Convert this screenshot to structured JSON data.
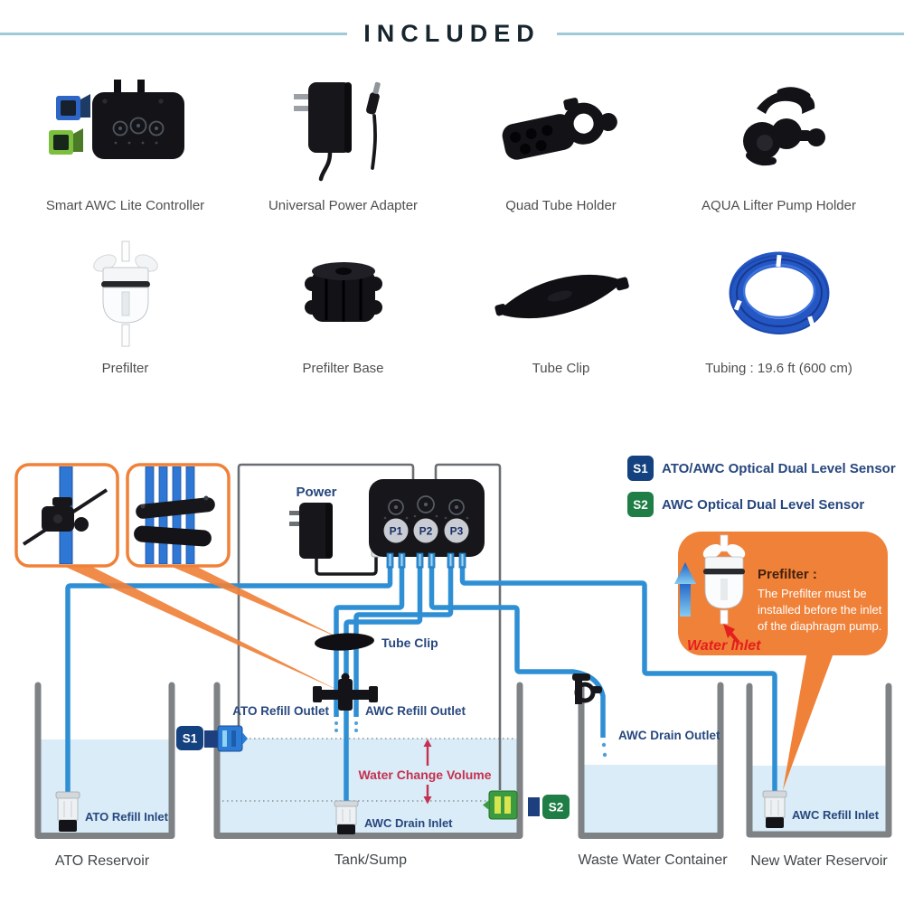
{
  "header": {
    "title": "INCLUDED"
  },
  "products": [
    {
      "name": "Smart AWC Lite Controller"
    },
    {
      "name": "Universal Power Adapter"
    },
    {
      "name": "Quad Tube Holder"
    },
    {
      "name": "AQUA Lifter Pump Holder"
    },
    {
      "name": "Prefilter"
    },
    {
      "name": "Prefilter Base"
    },
    {
      "name": "Tube Clip"
    },
    {
      "name": "Tubing : 19.6 ft (600 cm)"
    }
  ],
  "legend": [
    {
      "badge": "S1",
      "label": "ATO/AWC Optical Dual Level Sensor"
    },
    {
      "badge": "S2",
      "label": "AWC Optical Dual Level Sensor"
    }
  ],
  "diagram": {
    "power_label": "Power",
    "ports": [
      "P1",
      "P2",
      "P3"
    ],
    "tube_clip_label": "Tube Clip",
    "ato_refill_outlet": "ATO Refill Outlet",
    "awc_refill_outlet": "AWC Refill Outlet",
    "awc_drain_outlet": "AWC Drain Outlet",
    "water_change_volume": "Water Change Volume",
    "ato_refill_inlet": "ATO Refill Inlet",
    "awc_drain_inlet": "AWC Drain Inlet",
    "awc_refill_inlet": "AWC Refill Inlet",
    "containers": [
      "ATO Reservoir",
      "Tank/Sump",
      "Waste Water Container",
      "New Water Reservoir"
    ],
    "callout": {
      "title": "Prefilter :",
      "line1": "The Prefilter must be",
      "line2": "installed before the inlet",
      "line3": "of the diaphragm pump.",
      "water_inlet": "Water Inlet"
    }
  },
  "colors": {
    "orange": "#F08139",
    "tube_blue": "#2F8FD5",
    "navy_text": "#27477E",
    "water": "#D9ECF7",
    "s1_badge": "#14417F",
    "s2_badge": "#1E7E45",
    "red": "#E3201E",
    "crimson": "#C5304F",
    "wall_gray": "#7E8285",
    "header_rule": "#9FCAD9"
  }
}
